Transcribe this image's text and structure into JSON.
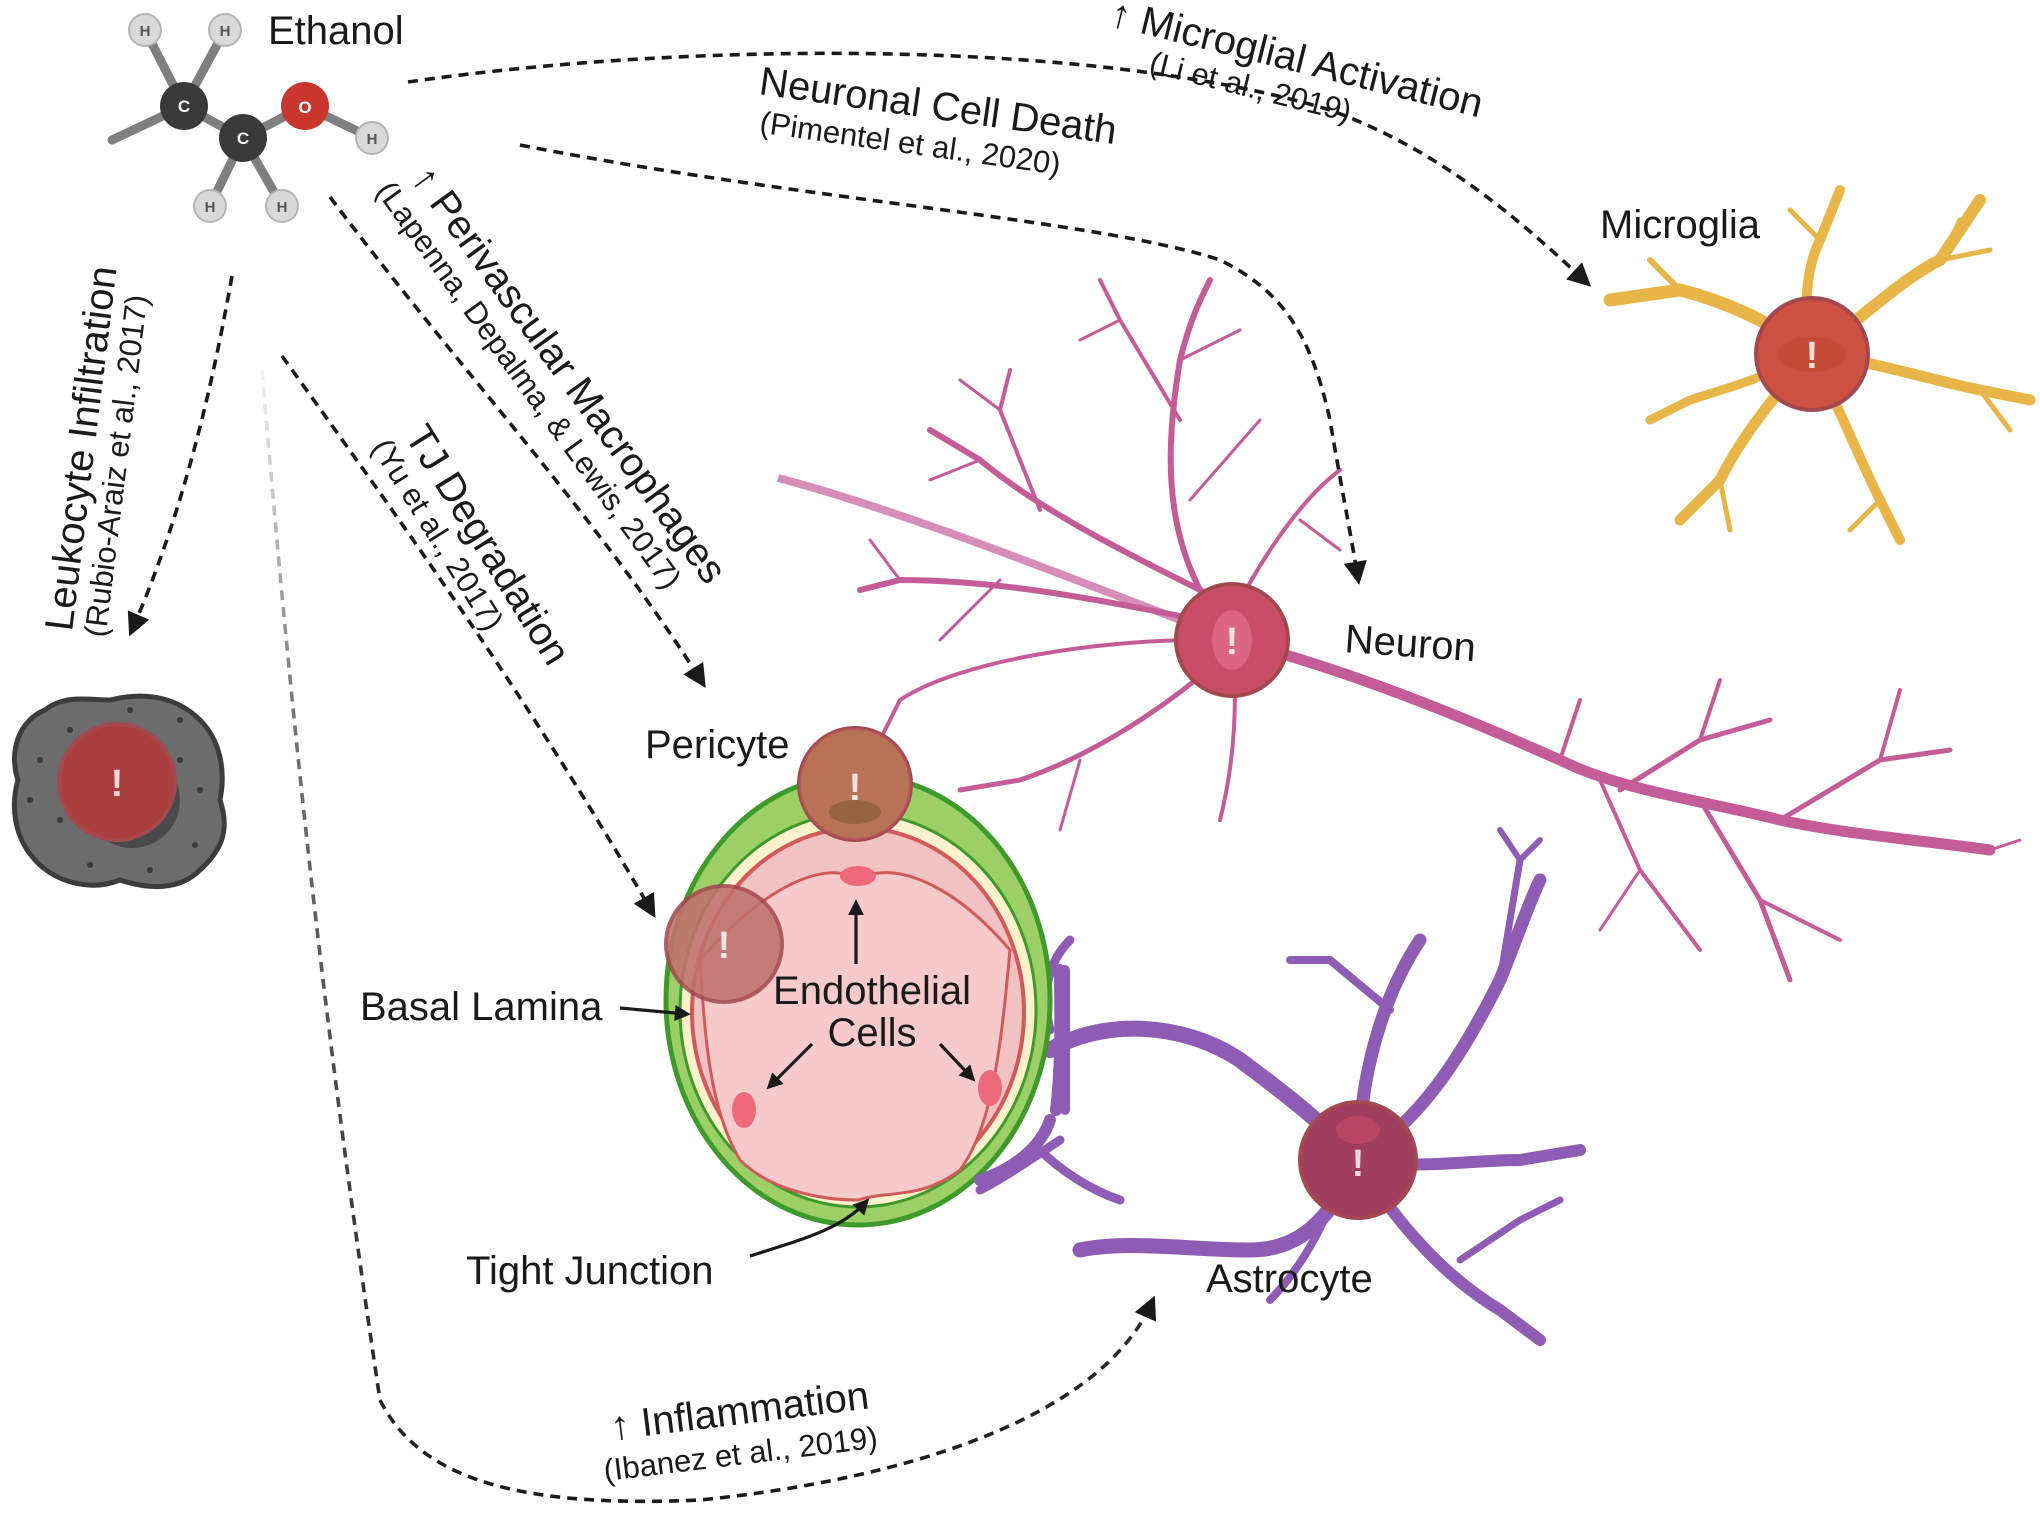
{
  "molecule": {
    "label": "Ethanol",
    "atoms": {
      "carbon": "C",
      "oxygen": "O",
      "hydrogen": "H"
    }
  },
  "effects": {
    "microglial_activation": {
      "title": "↑ Microglial Activation",
      "citation": "(Li et al., 2019)"
    },
    "neuronal_death": {
      "title": "Neuronal Cell Death",
      "citation": "(Pimentel et al., 2020)"
    },
    "perivascular": {
      "title": "↑ Perivascular Macrophages",
      "citation": "(Lapenna, Depalma, & Lewis, 2017)"
    },
    "leukocyte": {
      "title": "Leukocyte Infiltration",
      "citation": "(Rubio-Araiz et al., 2017)"
    },
    "tj_degradation": {
      "title": "TJ Degradation",
      "citation": "(Yu et al., 2017)"
    },
    "inflammation": {
      "title": "↑ Inflammation",
      "citation": "(Ibanez et al., 2019)"
    }
  },
  "cells": {
    "microglia": "Microglia",
    "neuron": "Neuron",
    "pericyte": "Pericyte",
    "astrocyte": "Astrocyte",
    "endothelial_line1": "Endothelial",
    "endothelial_line2": "Cells",
    "basal_lamina": "Basal Lamina",
    "tight_junction": "Tight Junction"
  },
  "marker_symbol": "!",
  "colors": {
    "microglia": "#e8b648",
    "neuron": "#c45c98",
    "astrocyte": "#8e5cb4",
    "vessel_outer": "#9ccf66",
    "endothelium": "#f2c2c2",
    "nucleus_overlay": "#b04545",
    "leukocyte": "#6c6c6c"
  }
}
